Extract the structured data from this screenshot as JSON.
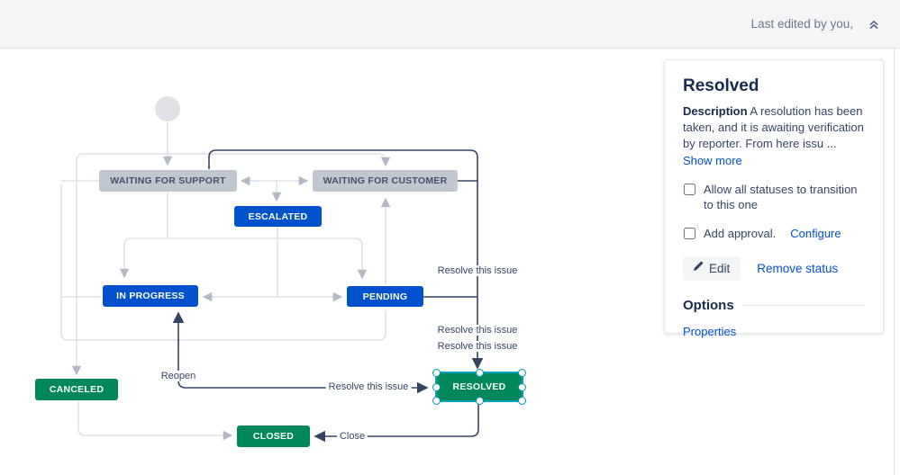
{
  "top_bar": {
    "last_edited": "Last edited by you,",
    "collapse_icon": "double-chevron-up"
  },
  "panel": {
    "title": "Resolved",
    "description_label": "Description",
    "description_text": "A resolution has been taken, and it is awaiting verification by reporter. From here issu",
    "description_ellipsis": "...",
    "show_more": "Show more",
    "checkbox_allow_label": "Allow all statuses to transition to this one",
    "checkbox_approval_label": "Add approval.",
    "configure_label": "Configure",
    "edit_label": "Edit",
    "remove_status_label": "Remove status",
    "options_heading": "Options",
    "properties_label": "Properties"
  },
  "diagram": {
    "nodes": {
      "waiting_for_support": "WAITING FOR SUPPORT",
      "waiting_for_customer": "WAITING FOR CUSTOMER",
      "escalated": "ESCALATED",
      "in_progress": "IN PROGRESS",
      "pending": "PENDING",
      "canceled": "CANCELED",
      "closed": "CLOSED",
      "resolved": "RESOLVED"
    },
    "edge_labels": {
      "resolve_top": "Resolve this issue",
      "resolve_mid1": "Resolve this issue",
      "resolve_mid2": "Resolve this issue",
      "resolve_left": "Resolve this issue",
      "reopen": "Reopen",
      "close": "Close"
    }
  },
  "colors": {
    "status_gray": "#C1C7D0",
    "status_blue": "#0052CC",
    "status_green": "#00875A",
    "selection_teal": "#00A3BF",
    "transition_highlight": "#344563",
    "transition_gray": "#DFE1E6",
    "link_blue": "#0052CC"
  }
}
